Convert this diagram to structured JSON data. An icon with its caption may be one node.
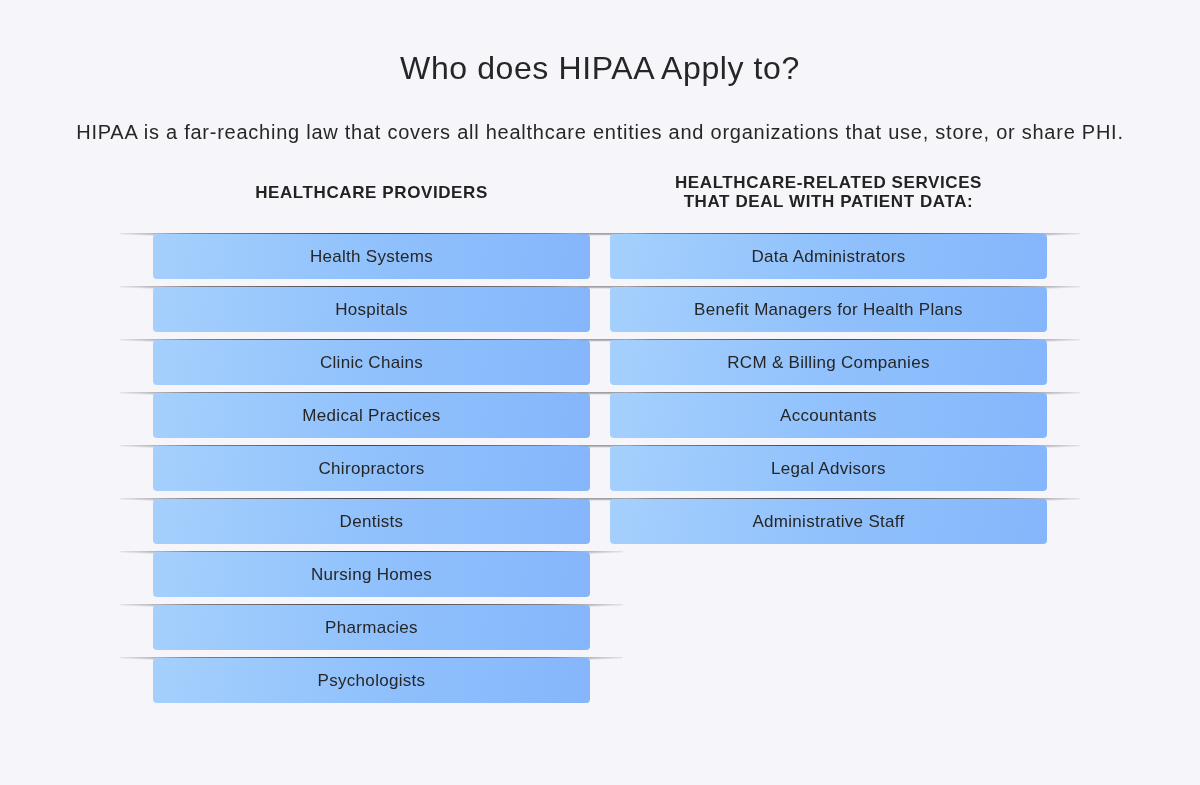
{
  "diagram": {
    "title": "Who does HIPAA Apply to?",
    "caption": "HIPAA is a far-reaching law that covers all healthcare entities and organizations that use, store, or share PHI.",
    "nodes": [
      {
        "text": [
          "Health Systems"
        ]
      },
      {
        "text": [
          "Hospitals"
        ]
      },
      {
        "text": [
          "Clinic Chains"
        ]
      },
      {
        "text": [
          "Medical Practices"
        ]
      },
      {
        "text": [
          "Chiropractors"
        ]
      },
      {
        "text": [
          "Dentists"
        ]
      },
      {
        "text": [
          "Nursing Homes"
        ]
      },
      {
        "text": [
          "Pharmacies"
        ]
      },
      {
        "text": [
          "Psychologists"
        ]
      },
      {
        "text": [
          "Data Administrators"
        ]
      },
      {
        "text": [
          "Benefit Managers for Health Plans"
        ]
      },
      {
        "text": [
          "RCM & Billing Companies"
        ]
      },
      {
        "text": [
          "Accountants"
        ]
      },
      {
        "text": [
          "Legal Advisors"
        ]
      },
      {
        "text": [
          "Administrative Staff"
        ]
      }
    ],
    "edges": [],
    "labels": [
      "HEALTHCARE PROVIDERS",
      "HEALTHCARE-RELATED SERVICES THAT DEAL WITH PATIENT DATA:"
    ]
  }
}
